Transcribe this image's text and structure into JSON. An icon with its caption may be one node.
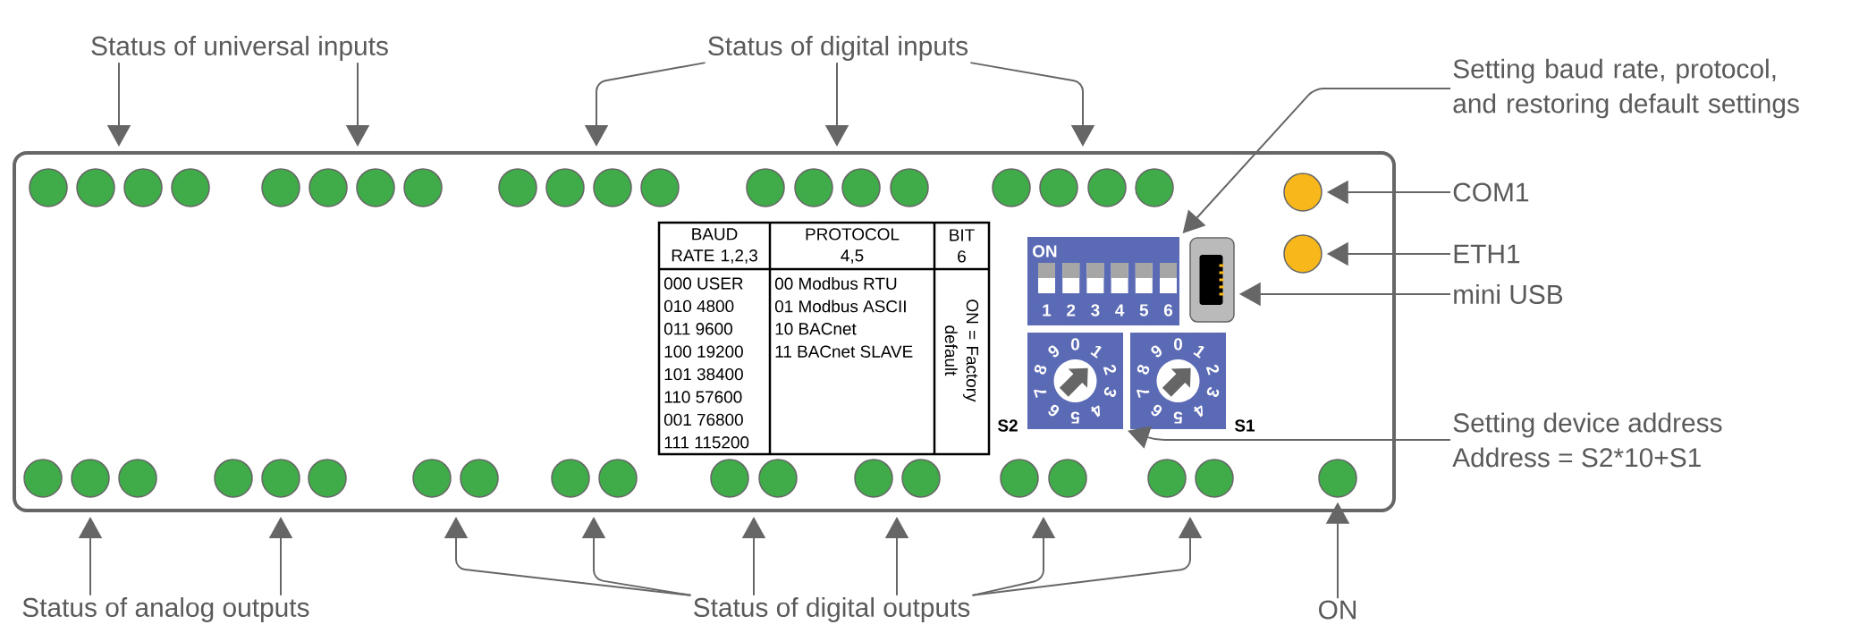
{
  "diagram": {
    "nodes": [
      {
        "text": [],
        "shape": "box"
      },
      {
        "text": [
          "Status of universal inputs"
        ]
      },
      {
        "text": [
          "Status of digital inputs"
        ]
      },
      {
        "text": [
          "Setting baud rate, protocol, and restoring default settings"
        ]
      },
      {
        "text": [
          "COM1"
        ]
      },
      {
        "text": [
          "ETH1"
        ]
      },
      {
        "text": [
          "mini USB"
        ]
      },
      {
        "text": [
          "Setting device address",
          "Address = S2*10+S1"
        ]
      },
      {
        "text": [
          "Status of analog outputs"
        ]
      },
      {
        "text": [
          "Status of digital outputs"
        ]
      },
      {
        "text": [
          "ON"
        ]
      },
      {
        "text": [],
        "shape": "circle",
        "in": 0
      },
      {
        "text": [],
        "shape": "circle",
        "in": 0
      },
      {
        "text": [],
        "shape": "picture",
        "in": 0
      },
      {
        "text": [],
        "shape": "box",
        "in": 0
      },
      {
        "text": [],
        "shape": "box",
        "in": 0
      },
      {
        "text": [],
        "shape": "circle",
        "in": 0
      },
      {
        "text": [],
        "shape": "circle",
        "in": 0
      },
      {
        "text": [],
        "shape": "circle",
        "in": 0
      },
      {
        "text": [],
        "shape": "circle",
        "in": 0
      },
      {
        "text": [],
        "shape": "circle",
        "in": 0
      },
      {
        "text": [],
        "shape": "circle",
        "in": 0
      },
      {
        "text": [],
        "shape": "circle",
        "in": 0
      },
      {
        "text": [],
        "shape": "circle",
        "in": 0
      },
      {
        "text": [],
        "shape": "circle",
        "in": 0
      },
      {
        "text": [],
        "shape": "circle",
        "in": 0
      },
      {
        "text": [],
        "shape": "circle",
        "in": 0
      },
      {
        "text": [],
        "shape": "circle",
        "in": 0
      },
      {
        "text": [],
        "shape": "circle",
        "in": 0
      },
      {
        "text": [],
        "shape": "circle",
        "in": 0
      },
      {
        "text": [],
        "shape": "circle",
        "in": 0
      },
      {
        "text": [],
        "shape": "circle",
        "in": 0
      },
      {
        "text": [],
        "shape": "circle",
        "in": 0
      },
      {
        "text": [],
        "shape": "circle",
        "in": 0
      },
      {
        "text": [],
        "shape": "circle",
        "in": 0
      },
      {
        "text": [],
        "shape": "circle",
        "in": 0
      },
      {
        "text": [],
        "shape": "circle",
        "in": 0
      },
      {
        "text": [],
        "shape": "circle",
        "in": 0
      },
      {
        "text": [],
        "shape": "circle",
        "in": 0
      },
      {
        "text": [],
        "shape": "circle",
        "in": 0
      },
      {
        "text": [],
        "shape": "circle",
        "in": 0
      },
      {
        "text": [],
        "shape": "circle",
        "in": 0
      },
      {
        "text": [],
        "shape": "circle",
        "in": 0
      },
      {
        "text": [],
        "shape": "circle",
        "in": 0
      },
      {
        "text": [],
        "shape": "circle",
        "in": 0
      },
      {
        "text": [],
        "shape": "circle",
        "in": 0
      },
      {
        "text": [],
        "shape": "circle",
        "in": 0
      },
      {
        "text": [],
        "shape": "circle",
        "in": 0
      },
      {
        "text": [],
        "shape": "circle",
        "in": 0
      },
      {
        "text": [],
        "shape": "circle",
        "in": 0
      },
      {
        "text": [],
        "shape": "circle",
        "in": 0
      },
      {
        "text": [],
        "shape": "circle",
        "in": 0
      },
      {
        "text": [],
        "shape": "circle",
        "in": 0
      },
      {
        "text": [],
        "shape": "circle",
        "in": 0
      },
      {
        "text": [],
        "shape": "circle",
        "in": 0
      },
      {
        "text": [],
        "shape": "box",
        "in": 0
      }
    ],
    "edges": [
      {
        "from": 1,
        "to": 0,
        "arrow": "to"
      },
      {
        "from": 1,
        "to": 0,
        "arrow": "to"
      },
      {
        "from": 2,
        "to": 0,
        "arrow": "to"
      },
      {
        "from": 2,
        "to": 0,
        "arrow": "to"
      },
      {
        "from": 2,
        "to": 0,
        "arrow": "to"
      },
      {
        "from": 3,
        "to": 14,
        "arrow": "to"
      },
      {
        "from": 4,
        "to": 11,
        "arrow": "to"
      },
      {
        "from": 5,
        "to": 12,
        "arrow": "to"
      },
      {
        "from": 6,
        "to": 13,
        "arrow": "to"
      },
      {
        "from": 7,
        "to": 15,
        "arrow": "to"
      },
      {
        "from": 8,
        "to": 0,
        "arrow": "to"
      },
      {
        "from": 8,
        "to": 0,
        "arrow": "to"
      },
      {
        "from": 9,
        "to": 0,
        "arrow": "to"
      },
      {
        "from": 9,
        "to": 0,
        "arrow": "to"
      },
      {
        "from": 9,
        "to": 0,
        "arrow": "to"
      },
      {
        "from": 9,
        "to": 0,
        "arrow": "to"
      },
      {
        "from": 9,
        "to": 0,
        "arrow": "to"
      },
      {
        "from": 9,
        "to": 0,
        "arrow": "to"
      },
      {
        "from": 10,
        "to": 16,
        "arrow": "to"
      }
    ],
    "labels": [
      "BAUD RATE 1,2,3",
      "PROTOCOL 4,5",
      "BIT 6",
      "000 USER",
      "010 4800",
      "011 9600",
      "100 19200",
      "101 38400",
      "110 57600",
      "001 76800",
      "111 115200",
      "00 Modbus RTU",
      "01 Modbus ASCII",
      "10 BACnet",
      "11 BACnet SLAVE",
      "ON = Factory default",
      "ON",
      "1",
      "2",
      "3",
      "4",
      "5",
      "6",
      "0",
      "1",
      "2",
      "3",
      "4",
      "5",
      "6",
      "7",
      "8",
      "9",
      "S2",
      "0",
      "1",
      "2",
      "3",
      "4",
      "5",
      "6",
      "7",
      "8",
      "9",
      "S1"
    ]
  }
}
